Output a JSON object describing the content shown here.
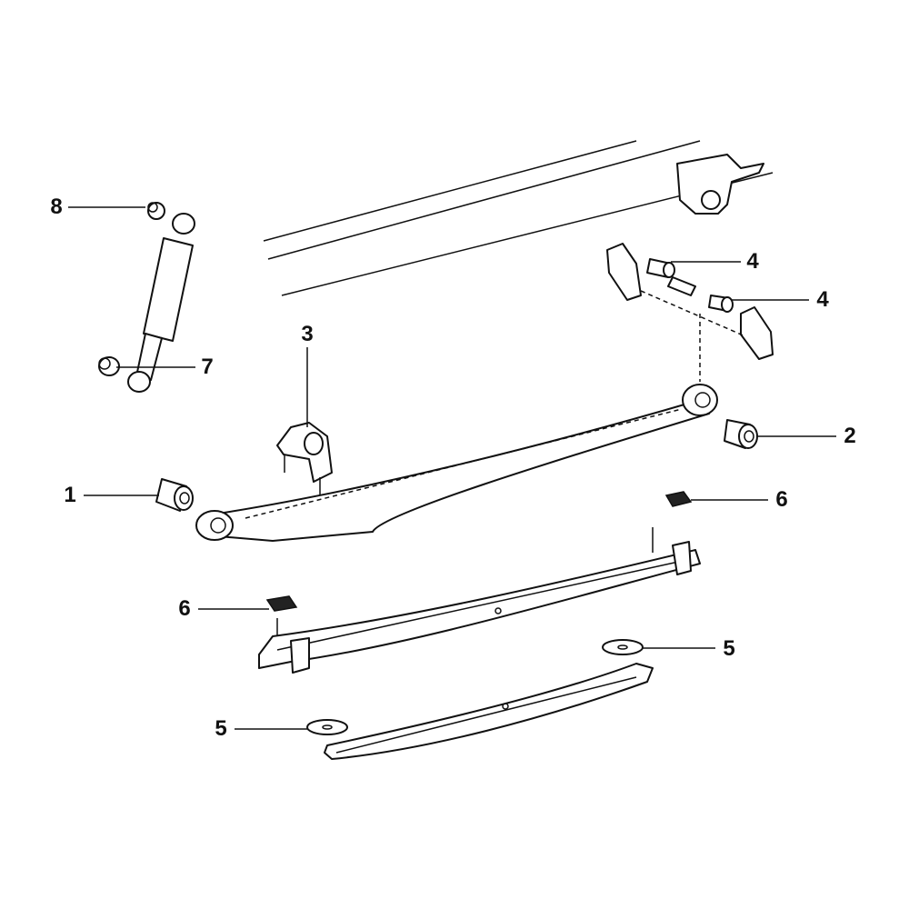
{
  "diagram": {
    "title": "Rear leaf spring suspension exploded parts diagram",
    "callouts": [
      {
        "id": "bushing-front",
        "label": "1"
      },
      {
        "id": "bushing-rear",
        "label": "2"
      },
      {
        "id": "u-bolt-bracket",
        "label": "3"
      },
      {
        "id": "shackle-bushing-upper",
        "label": "4"
      },
      {
        "id": "shackle-bushing-lower",
        "label": "4"
      },
      {
        "id": "washer-upper",
        "label": "5"
      },
      {
        "id": "washer-lower",
        "label": "5"
      },
      {
        "id": "pad-right",
        "label": "6"
      },
      {
        "id": "pad-left",
        "label": "6"
      },
      {
        "id": "shock-bushing-lower",
        "label": "7"
      },
      {
        "id": "shock-bushing-upper",
        "label": "8"
      }
    ]
  }
}
